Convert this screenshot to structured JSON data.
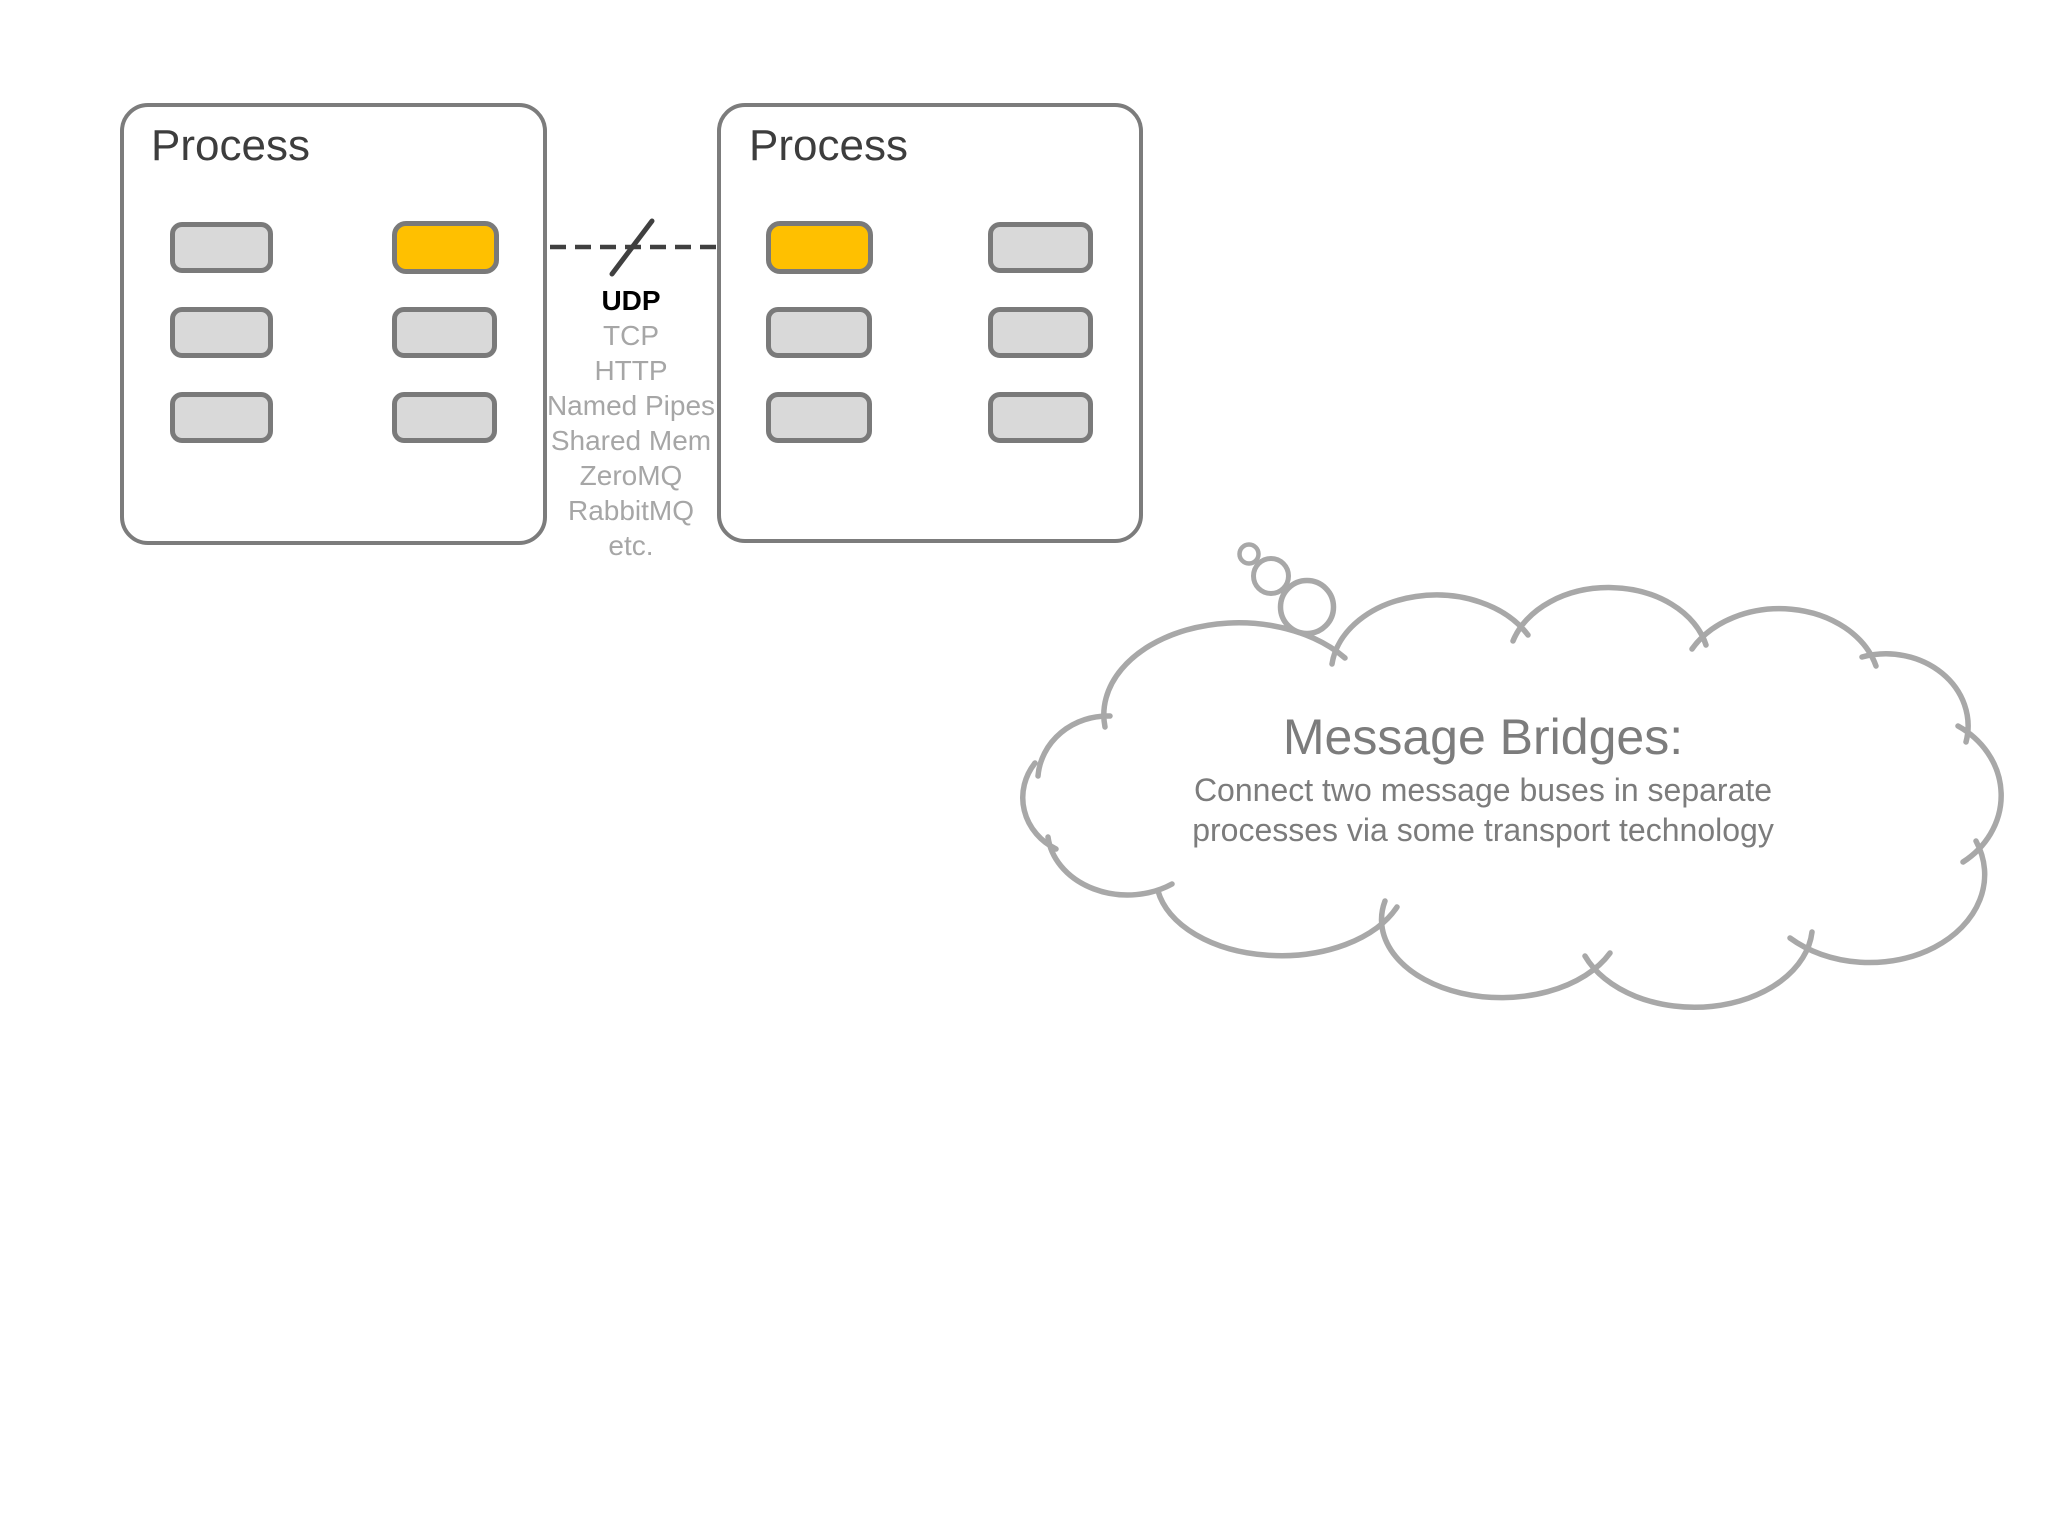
{
  "slide": {
    "background": "#FFFFFF"
  },
  "processes": [
    {
      "title": "Process"
    },
    {
      "title": "Process"
    }
  ],
  "transport_list": {
    "items": [
      {
        "label": "UDP",
        "state": "active"
      },
      {
        "label": "TCP",
        "state": "muted"
      },
      {
        "label": "HTTP",
        "state": "muted"
      },
      {
        "label": "Named Pipes",
        "state": "muted"
      },
      {
        "label": "Shared Mem",
        "state": "muted"
      },
      {
        "label": "ZeroMQ",
        "state": "muted"
      },
      {
        "label": "RabbitMQ",
        "state": "muted"
      },
      {
        "label": "etc.",
        "state": "muted"
      }
    ]
  },
  "thought_cloud": {
    "title": "Message Bridges:",
    "body_line1": "Connect two message buses in separate",
    "body_line2": "processes via some transport technology"
  },
  "colors": {
    "highlight_node": "#FFC000",
    "node_fill": "#D9D9D9",
    "node_border": "#7A7A7A",
    "box_border": "#7C7C7C",
    "connector_line": "#404040",
    "muted_text": "#A6A6A6",
    "active_text": "#000000",
    "process_title_text": "#3D3D3D",
    "cloud_outline": "#A8A8A8",
    "cloud_text": "#7C7C7C"
  }
}
